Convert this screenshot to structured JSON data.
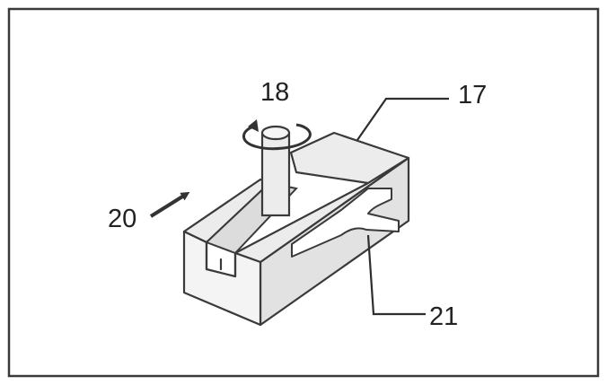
{
  "labels": {
    "shaft": "18",
    "block": "17",
    "direction": "20",
    "notch": "21"
  },
  "colors": {
    "frame": "#3a3a3a",
    "top_face": "#e9e9e9",
    "front_face": "#f4f4f4",
    "side_face": "#e0e0e0",
    "shaft_fill": "#ececec",
    "ink": "#222222"
  },
  "icons": {
    "rotation": "rotation-arrow-icon",
    "direction": "direction-arrow-icon"
  }
}
